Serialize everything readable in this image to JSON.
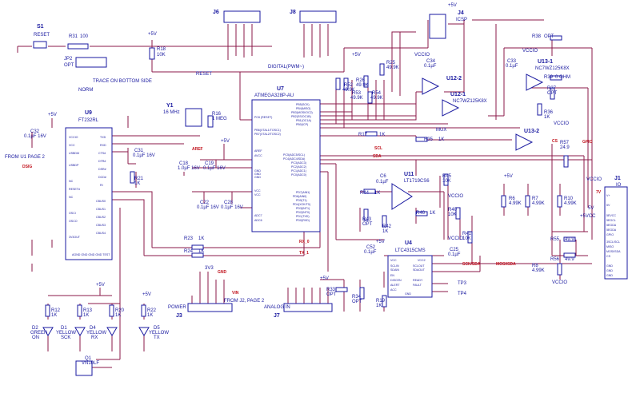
{
  "s1": {
    "ref": "S1",
    "val": "RESET"
  },
  "r31": {
    "ref": "R31",
    "val": "100"
  },
  "r18": {
    "ref": "R18",
    "val": "10K"
  },
  "jp2": {
    "ref": "JP2",
    "val": "OPT",
    "note": "TRACE ON BOTTOM SIDE",
    "norm": "NORM"
  },
  "reset_net": "RESET",
  "j6": {
    "ref": "J6"
  },
  "j8": {
    "ref": "J8"
  },
  "digital": "DIGITAL(PWM~)",
  "j4": {
    "ref": "J4",
    "val": "ICSP"
  },
  "p5v": "+5V",
  "vccio": "VCCIO",
  "r38": {
    "ref": "R38",
    "val": "OPT"
  },
  "u13_1": {
    "ref": "U13-1",
    "val": "NC7WZ125K8X"
  },
  "c33": {
    "ref": "C33",
    "val": "0.1µF"
  },
  "r39": {
    "ref": "R39",
    "val": "0 OHM"
  },
  "r37": {
    "ref": "R37",
    "val": "OPT"
  },
  "r36": {
    "ref": "R36",
    "val": "1K"
  },
  "c34": {
    "ref": "C34",
    "val": "0.1µF"
  },
  "u12_2": {
    "ref": "U12-2"
  },
  "u12_1": {
    "ref": "U12-1",
    "val": "NC7WZ125K8X"
  },
  "u13_2": {
    "ref": "U13-2"
  },
  "r57": {
    "ref": "R57",
    "val": "24.9"
  },
  "r25": {
    "ref": "R25",
    "val": "49.9K"
  },
  "r26": {
    "ref": "R26",
    "val": "49.9K"
  },
  "r52": {
    "ref": "R52",
    "val": "49.9K"
  },
  "r53": {
    "ref": "R53",
    "val": "49.9K"
  },
  "r54": {
    "ref": "R54",
    "val": "49.9K"
  },
  "y1": {
    "ref": "Y1",
    "val": "16 MHz"
  },
  "r16": {
    "ref": "R16",
    "val": "1 MEG"
  },
  "u7": {
    "ref": "U7",
    "val": "ATMEGA328P-AU"
  },
  "u9": {
    "ref": "U9",
    "val": "FT232RL"
  },
  "c32a": {
    "ref": "C32",
    "val": "0.1µF 16V"
  },
  "c31": {
    "ref": "C31",
    "val": "0.1µF 16V"
  },
  "r21": {
    "ref": "R21",
    "val": "1K"
  },
  "fromu1": "FROM U1 PAGE 2",
  "dsig": "DSIG",
  "aref": "AREF",
  "c18": {
    "ref": "C18",
    "val": "1.0µF 16V"
  },
  "c19": {
    "ref": "C19",
    "val": "0.1µF 16V"
  },
  "c22": {
    "ref": "C22",
    "val": "0.1µF 16V"
  },
  "c28": {
    "ref": "C28",
    "val": "0.1µF 16V"
  },
  "r17": {
    "ref": "R17",
    "val": "1K"
  },
  "r35": {
    "ref": "R35",
    "val": "1K"
  },
  "scl": "SCL",
  "sda": "SDA",
  "mux": "MUX",
  "cs": "CS",
  "gpio": "GPIO",
  "u11": {
    "ref": "U11",
    "val": "LT1719CS6"
  },
  "c6": {
    "ref": "C6",
    "val": "0.1µF"
  },
  "r44": {
    "ref": "R44",
    "val": "1K"
  },
  "r45": {
    "ref": "R45",
    "val": "10K"
  },
  "r43": {
    "ref": "R43",
    "val": "OPT"
  },
  "r42": {
    "ref": "R42",
    "val": "1K"
  },
  "r40": {
    "ref": "R40",
    "val": "10K"
  },
  "r41": {
    "ref": "R41",
    "val": "10K"
  },
  "r46": {
    "ref": "R46",
    "val": "1K"
  },
  "r6": {
    "ref": "R6",
    "val": "4.99K"
  },
  "r7": {
    "ref": "R7",
    "val": "4.99K"
  },
  "r10": {
    "ref": "R10",
    "val": "4.99K"
  },
  "r55": {
    "ref": "R55",
    "val": "49.9"
  },
  "r56": {
    "ref": "R56",
    "val": "49.9"
  },
  "r8": {
    "ref": "R8",
    "val": "4.99K"
  },
  "j1": {
    "ref": "J1",
    "val": "IO"
  },
  "u4": {
    "ref": "U4",
    "val": "LTC4315CMS"
  },
  "c52": {
    "ref": "C52",
    "val": "0.1µF"
  },
  "c25": {
    "ref": "C25",
    "val": "0.1µF"
  },
  "r23": {
    "ref": "R23",
    "val": "1K"
  },
  "r24": {
    "ref": "R24",
    "val": "1K"
  },
  "rx0": "RX_0",
  "tx1": "TX_1",
  "r33": {
    "ref": "R33",
    "val": "OPT"
  },
  "r34": {
    "ref": "R34",
    "val": "OPT"
  },
  "r19": {
    "ref": "R19",
    "val": "1K"
  },
  "tp3": "TP3",
  "tp4": "TP4",
  "scksda": "SCK/SDA",
  "mosi": "MOSI/SDA",
  "v3v3": "3V3",
  "gnd": "GND",
  "vin": "VIN",
  "j3": {
    "ref": "J3",
    "val": "POWER"
  },
  "fromj2": "FROM J2, PAGE 2",
  "j7": {
    "ref": "J7",
    "val": "ANALOG IN"
  },
  "r12": {
    "ref": "R12",
    "val": "1K"
  },
  "r13": {
    "ref": "R13",
    "val": "1K"
  },
  "r20": {
    "ref": "R20",
    "val": "1K"
  },
  "r22": {
    "ref": "R22",
    "val": "1K"
  },
  "d2": {
    "ref": "D2",
    "val": "GREEN",
    "sub": "ON"
  },
  "d1": {
    "ref": "D1",
    "val": "YELLOW",
    "sub": "SCK"
  },
  "d4": {
    "ref": "D4",
    "val": "YELLOW",
    "sub": "RX"
  },
  "d5": {
    "ref": "D5",
    "val": "YELLOW",
    "sub": "TX"
  },
  "q1": {
    "ref": "Q1",
    "val": "VN10LF"
  },
  "v7": "7V",
  "v5v": "5V",
  "p5vcc": "+5VCC",
  "colors": {
    "wire": "#8b1a4a",
    "part": "#1a1aa0",
    "net": "#c0121c"
  }
}
